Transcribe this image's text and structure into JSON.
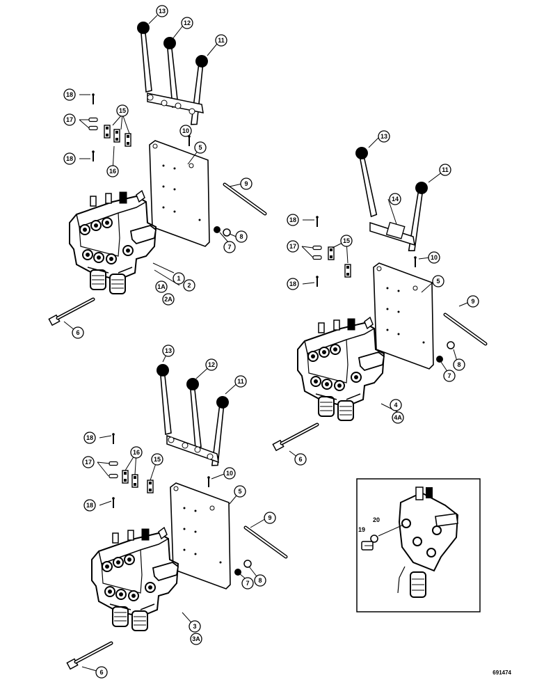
{
  "callouts": [
    {
      "id": "c13a",
      "text": "13"
    },
    {
      "id": "c12a",
      "text": "12"
    },
    {
      "id": "c11a",
      "text": "11"
    },
    {
      "id": "c18a",
      "text": "18"
    },
    {
      "id": "c17a",
      "text": "17"
    },
    {
      "id": "c15a",
      "text": "15"
    },
    {
      "id": "c18b",
      "text": "18"
    },
    {
      "id": "c16a",
      "text": "16"
    },
    {
      "id": "c10a",
      "text": "10"
    },
    {
      "id": "c5a",
      "text": "5"
    },
    {
      "id": "c9a",
      "text": "9"
    },
    {
      "id": "c7a",
      "text": "7"
    },
    {
      "id": "c8a",
      "text": "8"
    },
    {
      "id": "c1",
      "text": "1"
    },
    {
      "id": "c2",
      "text": "2"
    },
    {
      "id": "c1A",
      "text": "1A"
    },
    {
      "id": "c2A",
      "text": "2A"
    },
    {
      "id": "c6a",
      "text": "6"
    },
    {
      "id": "c13b",
      "text": "13"
    },
    {
      "id": "c11b",
      "text": "11"
    },
    {
      "id": "c14",
      "text": "14"
    },
    {
      "id": "c18c",
      "text": "18"
    },
    {
      "id": "c17b",
      "text": "17"
    },
    {
      "id": "c15b",
      "text": "15"
    },
    {
      "id": "c18d",
      "text": "18"
    },
    {
      "id": "c10b",
      "text": "10"
    },
    {
      "id": "c5b",
      "text": "5"
    },
    {
      "id": "c9b",
      "text": "9"
    },
    {
      "id": "c8b",
      "text": "8"
    },
    {
      "id": "c7b",
      "text": "7"
    },
    {
      "id": "c4",
      "text": "4"
    },
    {
      "id": "c4A",
      "text": "4A"
    },
    {
      "id": "c6b",
      "text": "6"
    },
    {
      "id": "c13c",
      "text": "13"
    },
    {
      "id": "c12c",
      "text": "12"
    },
    {
      "id": "c11c",
      "text": "11"
    },
    {
      "id": "c18e",
      "text": "18"
    },
    {
      "id": "c16c",
      "text": "16"
    },
    {
      "id": "c17c",
      "text": "17"
    },
    {
      "id": "c15c",
      "text": "15"
    },
    {
      "id": "c18f",
      "text": "18"
    },
    {
      "id": "c10c",
      "text": "10"
    },
    {
      "id": "c5c",
      "text": "5"
    },
    {
      "id": "c9c",
      "text": "9"
    },
    {
      "id": "c7c",
      "text": "7"
    },
    {
      "id": "c8c",
      "text": "8"
    },
    {
      "id": "c3",
      "text": "3"
    },
    {
      "id": "c3A",
      "text": "3A"
    },
    {
      "id": "c6c",
      "text": "6"
    }
  ],
  "inset": {
    "label_19": "19",
    "label_20": "20"
  },
  "reference_number": "691474"
}
